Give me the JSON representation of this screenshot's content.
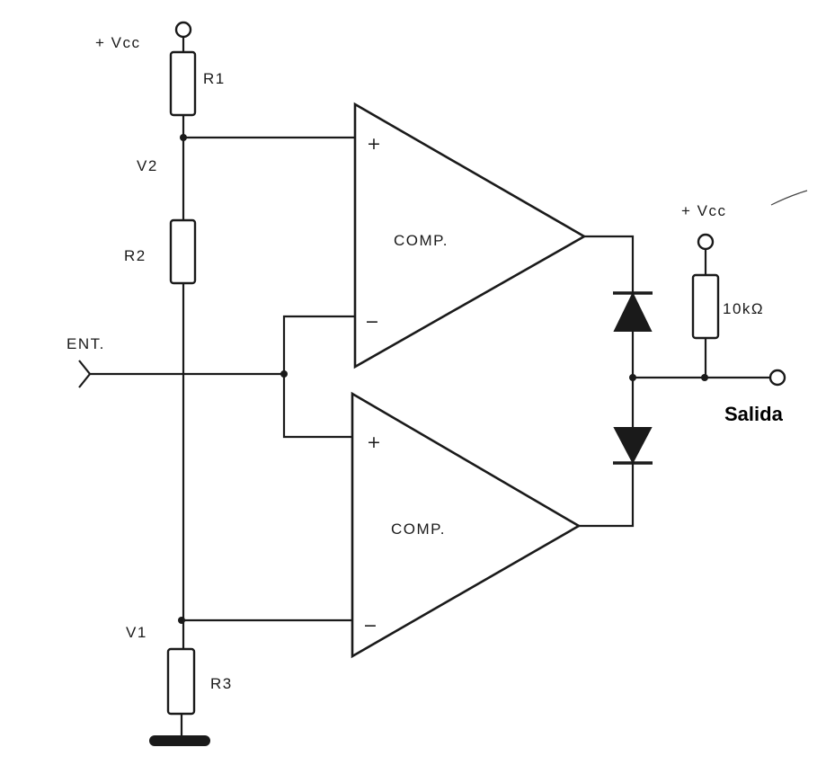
{
  "labels": {
    "vcc_top": "+ Vcc",
    "r1": "R1",
    "v2": "V2",
    "r2": "R2",
    "ent": "ENT.",
    "v1": "V1",
    "r3": "R3",
    "comp_top": "COMP.",
    "comp_bottom": "COMP.",
    "vcc_right": "+ Vcc",
    "pullup": "10kΩ",
    "salida": "Salida"
  },
  "signs": {
    "plus": "+",
    "minus": "−"
  }
}
